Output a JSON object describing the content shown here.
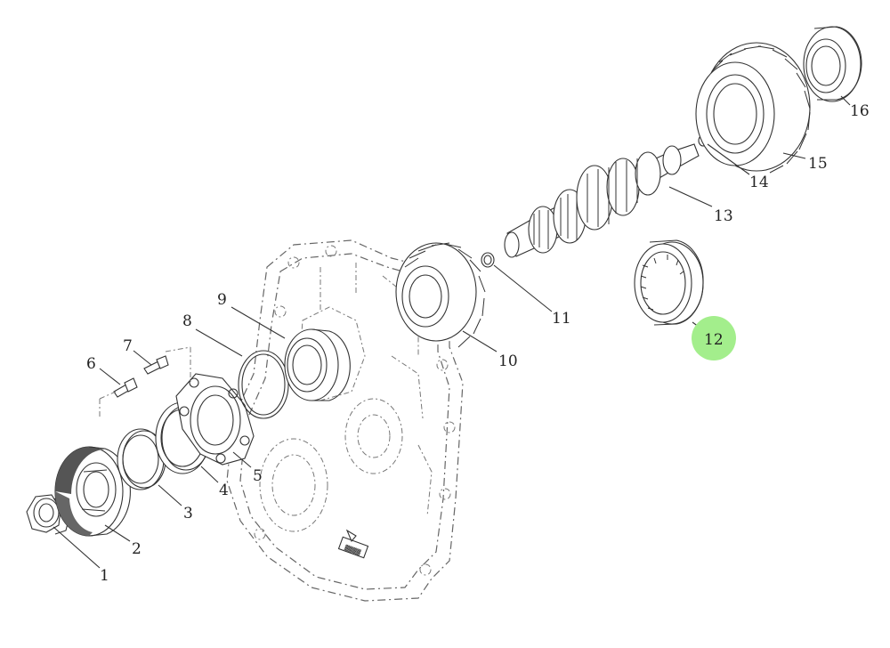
{
  "parts": [
    {
      "id": "1",
      "label": "1"
    },
    {
      "id": "2",
      "label": "2"
    },
    {
      "id": "3",
      "label": "3"
    },
    {
      "id": "4",
      "label": "4"
    },
    {
      "id": "5",
      "label": "5"
    },
    {
      "id": "6",
      "label": "6"
    },
    {
      "id": "7",
      "label": "7"
    },
    {
      "id": "8",
      "label": "8"
    },
    {
      "id": "9",
      "label": "9"
    },
    {
      "id": "10",
      "label": "10"
    },
    {
      "id": "11",
      "label": "11"
    },
    {
      "id": "12",
      "label": "12"
    },
    {
      "id": "13",
      "label": "13"
    },
    {
      "id": "14",
      "label": "14"
    },
    {
      "id": "15",
      "label": "15"
    },
    {
      "id": "16",
      "label": "16"
    }
  ],
  "highlight": {
    "part": "12",
    "color": "#a3ee8c"
  },
  "colors": {
    "line": "#333333",
    "housing": "#666666",
    "background": "#ffffff"
  }
}
